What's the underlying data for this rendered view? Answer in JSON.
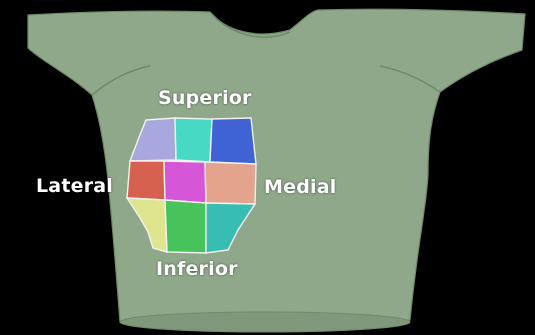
{
  "figure": {
    "colors": {
      "background": "#000000",
      "torso_fill": "#8fa88a",
      "torso_shadow": "#6e8a6b",
      "segment_border": "#f2f2f2"
    },
    "labels": {
      "superior": "Superior",
      "lateral": "Lateral",
      "medial": "Medial",
      "inferior": "Inferior"
    },
    "segments": [
      {
        "id": "top-left",
        "color": "#a8a7de"
      },
      {
        "id": "top-center",
        "color": "#47d9c3"
      },
      {
        "id": "top-right",
        "color": "#3f63d4"
      },
      {
        "id": "mid-left",
        "color": "#d6614e"
      },
      {
        "id": "mid-center",
        "color": "#d557d8"
      },
      {
        "id": "mid-right",
        "color": "#e3a38c"
      },
      {
        "id": "bottom-left",
        "color": "#dfe58e"
      },
      {
        "id": "bottom-center",
        "color": "#48c25a"
      },
      {
        "id": "bottom-right",
        "color": "#37bdb1"
      }
    ]
  }
}
